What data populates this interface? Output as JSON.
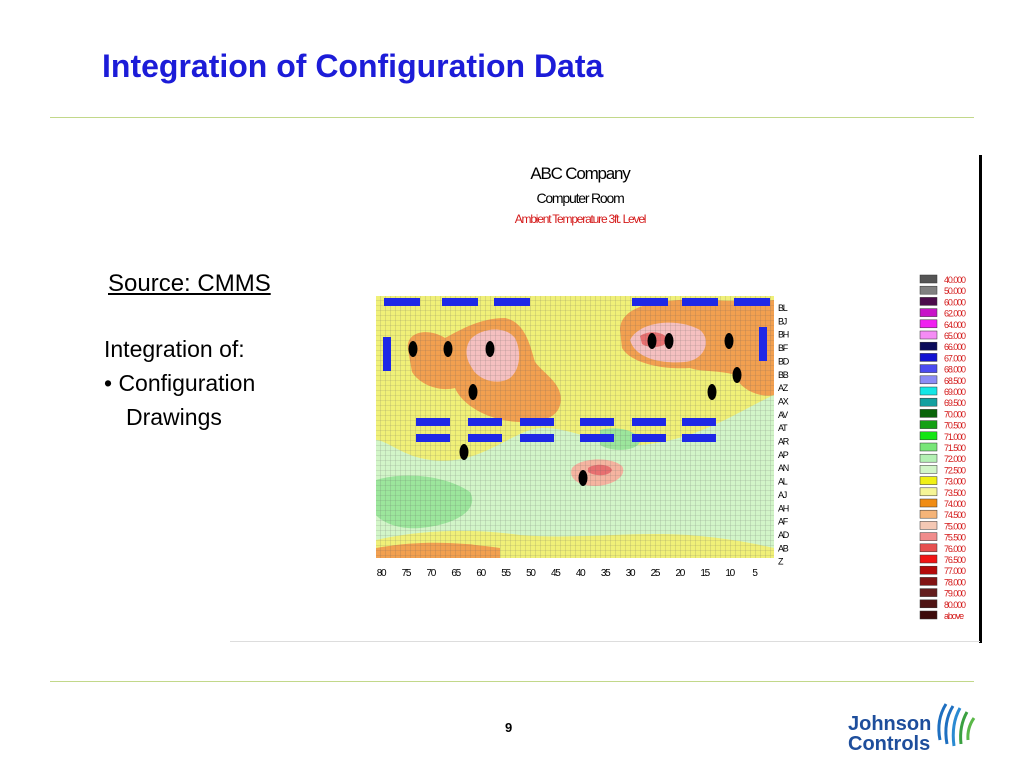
{
  "slide": {
    "title": "Integration of Configuration Data",
    "source_label": "Source: CMMS",
    "integration_heading": "Integration of:",
    "bullet_line1": "• Configuration",
    "bullet_line2": "Drawings",
    "page_number": "9"
  },
  "logo": {
    "line1": "Johnson",
    "line2": "Controls",
    "icon": "johnson-controls-logo-icon"
  },
  "colors": {
    "title": "#1c1cd8",
    "rule": "#c2d88a",
    "rack_blue": "#1e28e6",
    "chart_title": "#000000",
    "chart_subtitle_red": "#d41a1a",
    "logo_blue": "#1e4e9c"
  },
  "chart_data": {
    "type": "heatmap",
    "title": "ABC Company",
    "subtitle": "Computer Room",
    "caption": "Ambient Temperature 3ft. Level",
    "x_ticks": [
      "80",
      "75",
      "70",
      "65",
      "60",
      "55",
      "50",
      "45",
      "40",
      "35",
      "30",
      "25",
      "20",
      "15",
      "10",
      "5"
    ],
    "y_ticks": [
      "BL",
      "BJ",
      "BH",
      "BF",
      "BD",
      "BB",
      "AZ",
      "AX",
      "AV",
      "AT",
      "AR",
      "AP",
      "AN",
      "AL",
      "AJ",
      "AH",
      "AF",
      "AD",
      "AB",
      "Z"
    ],
    "legend": [
      {
        "label": "40.000",
        "color": "#555555"
      },
      {
        "label": "50.000",
        "color": "#808080"
      },
      {
        "label": "60.000",
        "color": "#4b0b4b"
      },
      {
        "label": "62.000",
        "color": "#c814c8"
      },
      {
        "label": "64.000",
        "color": "#f020f0"
      },
      {
        "label": "65.000",
        "color": "#f58cf5"
      },
      {
        "label": "66.000",
        "color": "#0a0a5a"
      },
      {
        "label": "67.000",
        "color": "#1414d2"
      },
      {
        "label": "68.000",
        "color": "#4b4bf0"
      },
      {
        "label": "68.500",
        "color": "#8c8cf5"
      },
      {
        "label": "69.000",
        "color": "#14e6e6"
      },
      {
        "label": "69.500",
        "color": "#14a0a0"
      },
      {
        "label": "70.000",
        "color": "#0a640a"
      },
      {
        "label": "70.500",
        "color": "#14a014"
      },
      {
        "label": "71.000",
        "color": "#14e614"
      },
      {
        "label": "71.500",
        "color": "#78e678"
      },
      {
        "label": "72.000",
        "color": "#b4f0b4"
      },
      {
        "label": "72.500",
        "color": "#d2f5c8"
      },
      {
        "label": "73.000",
        "color": "#f0f014"
      },
      {
        "label": "73.500",
        "color": "#f5f596"
      },
      {
        "label": "74.000",
        "color": "#f08c14"
      },
      {
        "label": "74.500",
        "color": "#f5b478"
      },
      {
        "label": "75.000",
        "color": "#f5c8b4"
      },
      {
        "label": "75.500",
        "color": "#f08c8c"
      },
      {
        "label": "76.000",
        "color": "#e65050"
      },
      {
        "label": "76.500",
        "color": "#f01414"
      },
      {
        "label": "77.000",
        "color": "#b40a0a"
      },
      {
        "label": "78.000",
        "color": "#821414"
      },
      {
        "label": "79.000",
        "color": "#641e1e"
      },
      {
        "label": "80.000",
        "color": "#501414"
      },
      {
        "label": "above",
        "color": "#3c0a0a"
      }
    ]
  }
}
